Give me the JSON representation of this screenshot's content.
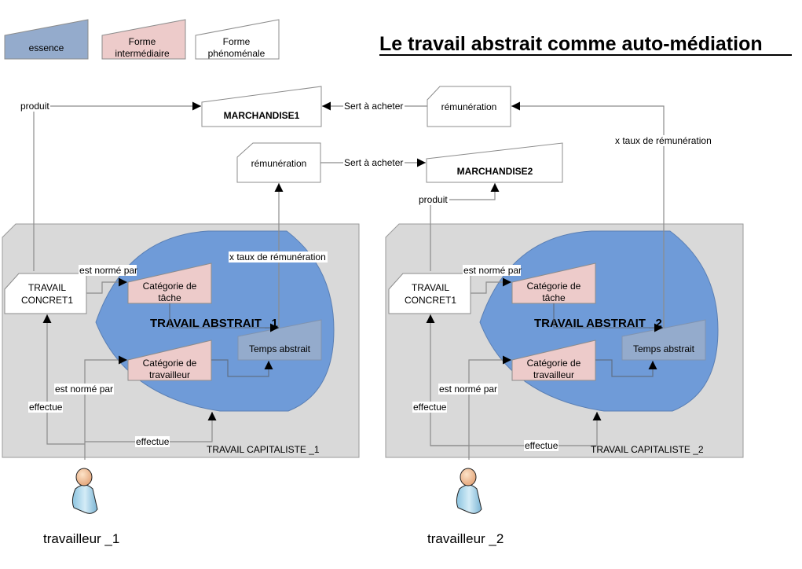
{
  "title": "Le travail abstrait comme auto-médiation",
  "colors": {
    "essence": "#94abcc",
    "intermediate": "#edcbca",
    "phenomenal": "#ffffff",
    "panel": "#d9d9d9",
    "blob": "#6f9bd8",
    "stroke": "#8c8c8c"
  },
  "legend": [
    {
      "label": "essence",
      "kind": "essence"
    },
    {
      "label": "Forme intermédiaire",
      "line1": "Forme",
      "line2": "intermédiaire",
      "kind": "intermediate"
    },
    {
      "label": "Forme phénoménale",
      "line1": "Forme",
      "line2": "phénoménale",
      "kind": "phenomenal"
    }
  ],
  "top": {
    "marchandise1": "MARCHANDISE1",
    "marchandise2": "MARCHANDISE2",
    "remuneration_right": "rémunération",
    "remuneration_left": "rémunération",
    "sert_a_acheter_1": "Sert à acheter",
    "sert_a_acheter_2": "Sert à acheter",
    "produit_1": "produit",
    "produit_2": "produit",
    "taux_right": "x taux de rémunération"
  },
  "panels": [
    {
      "name": "TRAVAIL CAPITALISTE _1",
      "abstract": "TRAVAIL ABSTRAIT _1",
      "concret_line1": "TRAVAIL",
      "concret_line2": "CONCRET1",
      "cat_tache_line1": "Catégorie de",
      "cat_tache_line2": "tâche",
      "cat_trav_line1": "Catégorie de",
      "cat_trav_line2": "travailleur",
      "temps": "Temps abstrait",
      "est_norme_1": "est normé par",
      "est_norme_2": "est normé par",
      "effectue_1": "effectue",
      "effectue_2": "effectue",
      "taux": "x taux de rémunération",
      "worker": "travailleur _1"
    },
    {
      "name": "TRAVAIL CAPITALISTE _2",
      "abstract": "TRAVAIL ABSTRAIT _2",
      "concret_line1": "TRAVAIL",
      "concret_line2": "CONCRET1",
      "cat_tache_line1": "Catégorie de",
      "cat_tache_line2": "tâche",
      "cat_trav_line1": "Catégorie de",
      "cat_trav_line2": "travailleur",
      "temps": "Temps abstrait",
      "est_norme_1": "est normé par",
      "est_norme_2": "est normé par",
      "effectue_1": "effectue",
      "effectue_2": "effectue",
      "worker": "travailleur _2"
    }
  ]
}
